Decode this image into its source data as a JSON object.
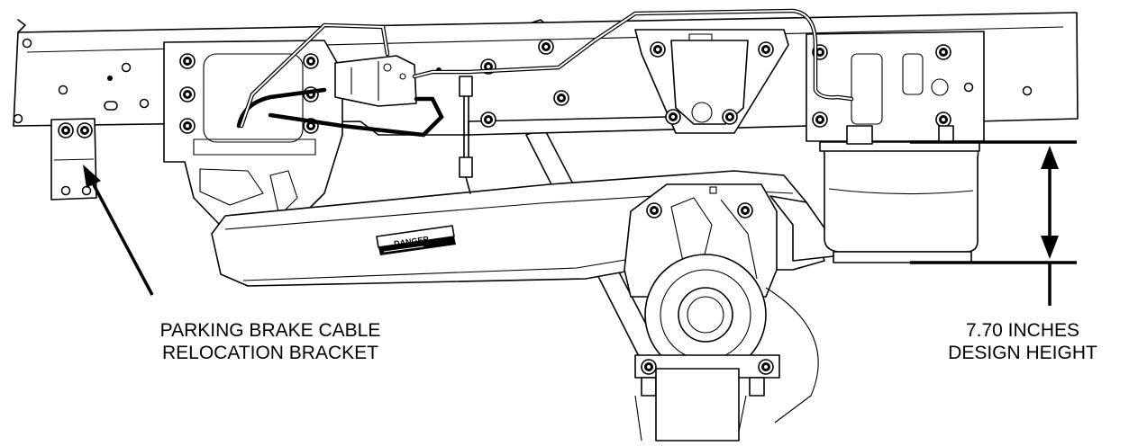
{
  "callouts": {
    "bracket_line1": "PARKING BRAKE CABLE",
    "bracket_line2": "RELOCATION BRACKET",
    "height_line1": "7.70 INCHES",
    "height_line2": "DESIGN HEIGHT"
  },
  "decal": {
    "title": "DANGER"
  },
  "icons": {
    "arrow": "leader-arrow-icon",
    "dimension": "double-arrow-dimension-icon"
  }
}
